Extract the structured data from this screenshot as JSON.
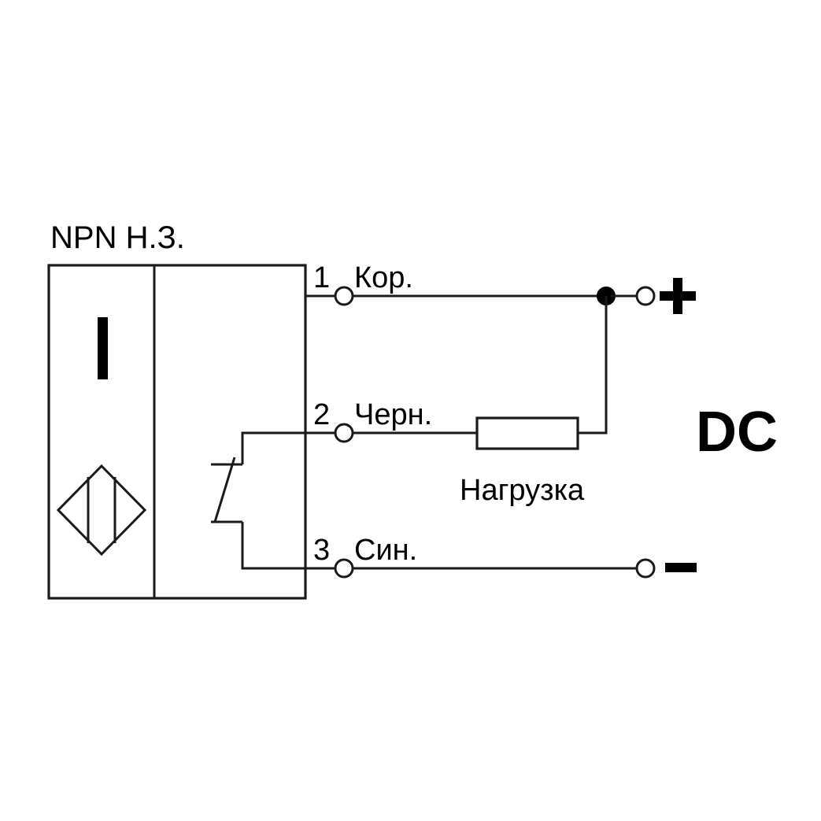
{
  "diagram": {
    "title": "NPN  Н.З.",
    "supply_type": "DC",
    "sensor": {
      "indicator_name": "led-indicator-bar",
      "sensing_symbol_name": "inductive-sensor-diamond",
      "switch_symbol_name": "normally-closed-contact"
    },
    "terminals": [
      {
        "number": "1",
        "wire_color_label": "Кор.",
        "meaning": "brown",
        "node_name": "terminal-1-brown"
      },
      {
        "number": "2",
        "wire_color_label": "Черн.",
        "meaning": "black",
        "node_name": "terminal-2-black"
      },
      {
        "number": "3",
        "wire_color_label": "Син.",
        "meaning": "blue",
        "node_name": "terminal-3-blue"
      }
    ],
    "load": {
      "label": "Нагрузка",
      "node_name": "load-resistor"
    },
    "supply": {
      "positive_label": "+",
      "negative_label": "–"
    },
    "colors": {
      "line": "#1a1a1a",
      "fill": "#ffffff",
      "ink": "#000000"
    }
  }
}
